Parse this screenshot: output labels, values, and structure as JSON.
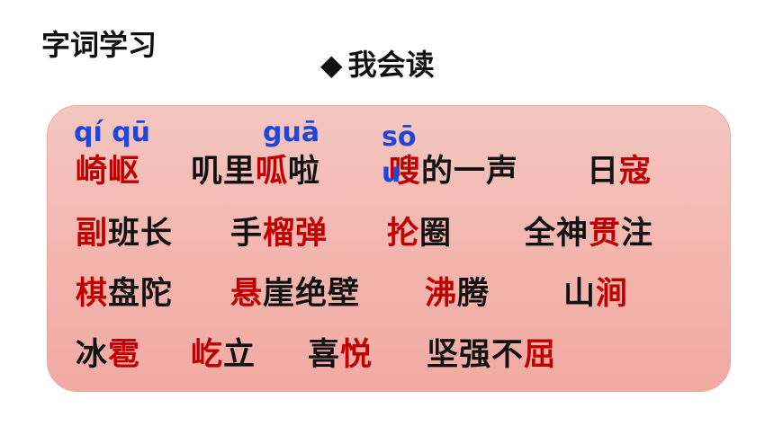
{
  "header": {
    "section_title": "字词学习",
    "subtitle_marker": "◆",
    "subtitle": "我会读"
  },
  "colors": {
    "highlight": "#c00000",
    "pinyin": "#1f46d6",
    "panel_fill": "#f3b5ae",
    "text": "#111111"
  },
  "pinyin": {
    "qiqu": "qí qū",
    "gua": "guā",
    "sou": "sō u"
  },
  "rows": [
    {
      "words": [
        {
          "segments": [
            {
              "text": "崎岖",
              "highlight": true
            }
          ]
        },
        {
          "segments": [
            {
              "text": "叽里",
              "highlight": false
            },
            {
              "text": "呱",
              "highlight": true
            },
            {
              "text": "啦",
              "highlight": false
            }
          ]
        },
        {
          "segments": [
            {
              "text": "嗖",
              "highlight": true
            },
            {
              "text": "的一声",
              "highlight": false
            }
          ]
        },
        {
          "segments": [
            {
              "text": "日",
              "highlight": false
            },
            {
              "text": "寇",
              "highlight": true
            }
          ]
        }
      ]
    },
    {
      "words": [
        {
          "segments": [
            {
              "text": "副",
              "highlight": true
            },
            {
              "text": "班长",
              "highlight": false
            }
          ]
        },
        {
          "segments": [
            {
              "text": "手",
              "highlight": false
            },
            {
              "text": "榴弹",
              "highlight": true
            }
          ]
        },
        {
          "segments": [
            {
              "text": "抡",
              "highlight": true
            },
            {
              "text": "圈",
              "highlight": false
            }
          ]
        },
        {
          "segments": [
            {
              "text": "全神",
              "highlight": false
            },
            {
              "text": "贯",
              "highlight": true
            },
            {
              "text": "注",
              "highlight": false
            }
          ]
        }
      ]
    },
    {
      "words": [
        {
          "segments": [
            {
              "text": "棋",
              "highlight": true
            },
            {
              "text": "盘陀",
              "highlight": false
            }
          ]
        },
        {
          "segments": [
            {
              "text": "悬",
              "highlight": true
            },
            {
              "text": "崖绝壁",
              "highlight": false
            }
          ]
        },
        {
          "segments": [
            {
              "text": "沸",
              "highlight": true
            },
            {
              "text": "腾",
              "highlight": false
            }
          ]
        },
        {
          "segments": [
            {
              "text": "山",
              "highlight": false
            },
            {
              "text": "涧",
              "highlight": true
            }
          ]
        }
      ]
    },
    {
      "words": [
        {
          "segments": [
            {
              "text": "冰",
              "highlight": false
            },
            {
              "text": "雹",
              "highlight": true
            }
          ]
        },
        {
          "segments": [
            {
              "text": "屹",
              "highlight": true
            },
            {
              "text": "立",
              "highlight": false
            }
          ]
        },
        {
          "segments": [
            {
              "text": "喜",
              "highlight": false
            },
            {
              "text": "悦",
              "highlight": true
            }
          ]
        },
        {
          "segments": [
            {
              "text": "坚强不",
              "highlight": false
            },
            {
              "text": "屈",
              "highlight": true
            }
          ]
        }
      ]
    }
  ]
}
